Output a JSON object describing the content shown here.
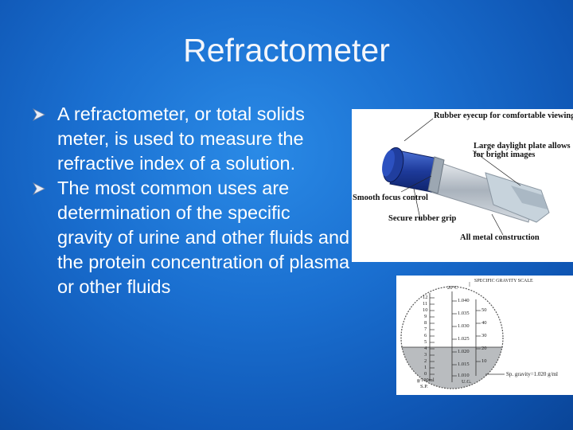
{
  "slide": {
    "title": "Refractometer",
    "bullets": [
      "A refractometer, or total solids meter, is used to measure the refractive index of a solution.",
      "The most common uses are determination of the specific gravity of urine and other fluids and the protein concentration of plasma or other fluids"
    ]
  },
  "refractometer_figure": {
    "labels": {
      "eyecup": "Rubber eyecup for comfortable viewing",
      "daylight_plate": "Large daylight plate allows for bright images",
      "focus": "Smooth focus control",
      "grip": "Secure rubber grip",
      "construction": "All metal construction"
    }
  },
  "sg_scale_figure": {
    "header": "SPECIFIC GRAVITY SCALE",
    "top_label": "20°C",
    "left_unit": "g/100ml",
    "left_sub": "S.P.",
    "bottom_mid": "U.G.",
    "reading": "Sp. gravity=1.020 g/ml",
    "protein_ticks": [
      "12",
      "11",
      "10",
      "9",
      "8",
      "7",
      "6",
      "5",
      "4",
      "3",
      "2",
      "1",
      "0"
    ],
    "sg_ticks": [
      "1.040",
      "1.035",
      "1.030",
      "1.025",
      "1.020",
      "1.015",
      "1.010"
    ],
    "right_ticks": [
      "50",
      "40",
      "30",
      "20",
      "10"
    ]
  },
  "colors": {
    "background": "#1a6fd0",
    "bullet_arrow": "#e9eef8",
    "device_body": "#1e3f9e"
  }
}
